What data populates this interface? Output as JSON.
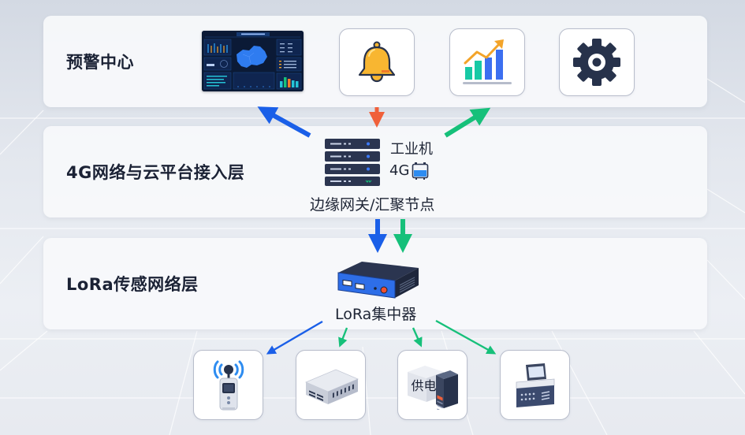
{
  "layers": [
    {
      "id": "alert-center",
      "label": "预警中心"
    },
    {
      "id": "access-layer",
      "label": "4G网络与云平台接入层"
    },
    {
      "id": "sensor-layer",
      "label": "LoRa传感网络层"
    }
  ],
  "alert_center": {
    "items": [
      {
        "name": "monitoring-dashboard",
        "icon": "dashboard-screen"
      },
      {
        "name": "alarm",
        "icon": "bell-icon"
      },
      {
        "name": "analytics",
        "icon": "bar-chart-trend-icon"
      },
      {
        "name": "settings",
        "icon": "gear-icon"
      }
    ]
  },
  "gateway": {
    "line1": "工业机",
    "line2": "4G",
    "caption": "边缘网关/汇聚节点",
    "icon": "server-rack-icon",
    "sim_icon": "sim-card-icon"
  },
  "concentrator": {
    "caption": "LoRa集中器",
    "icon": "lora-box-icon"
  },
  "devices": [
    {
      "name": "wireless-sensor",
      "icon": "antenna-sensor-icon"
    },
    {
      "name": "switch",
      "icon": "network-switch-icon"
    },
    {
      "name": "power-supply",
      "icon": "power-supply-icon",
      "label": "供电"
    },
    {
      "name": "terminal",
      "icon": "terminal-device-icon"
    }
  ],
  "colors": {
    "arrow_blue": "#1a5fe8",
    "arrow_green": "#16c07a",
    "arrow_red": "#f0603a",
    "bell": "#f8b631",
    "dark_navy": "#27324b",
    "bar_teal": "#16c9a5",
    "bar_blue": "#3c6ff0",
    "trend_orange": "#f3a42a"
  }
}
